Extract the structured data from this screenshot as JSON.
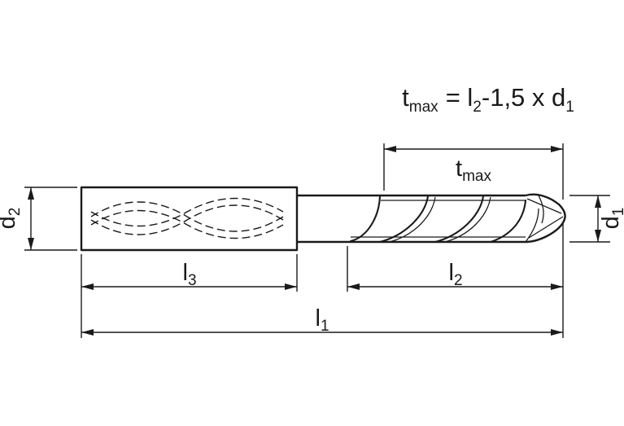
{
  "formula": {
    "t": "t",
    "t_sub": "max",
    "equals": "= l",
    "l_sub": "2",
    "middle": "-1,5 x d",
    "d_sub": "1"
  },
  "labels": {
    "d2": {
      "base": "d",
      "sub": "2"
    },
    "d1": {
      "base": "d",
      "sub": "1"
    },
    "tmax": {
      "base": "t",
      "sub": "max"
    },
    "l3": {
      "base": "l",
      "sub": "3"
    },
    "l2": {
      "base": "l",
      "sub": "2"
    },
    "l1": {
      "base": "l",
      "sub": "1"
    }
  }
}
